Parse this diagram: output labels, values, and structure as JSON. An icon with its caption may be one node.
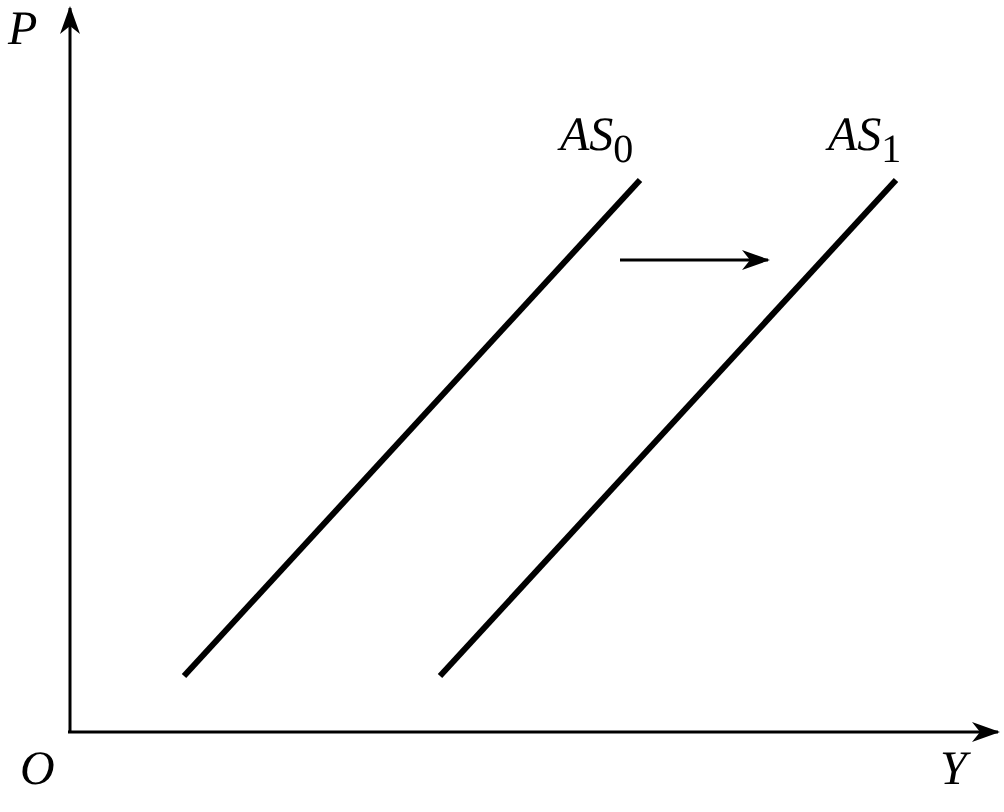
{
  "diagram": {
    "labels": [
      "P",
      "*AS*$_{0}$",
      "*AS*$_{1}$",
      "O",
      "Y"
    ]
  }
}
